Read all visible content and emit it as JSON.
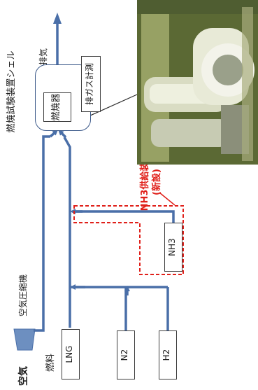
{
  "labels": {
    "air": "空気",
    "fuel": "燃料",
    "compressor": "空気圧縮機",
    "shell": "燃焼試験装置シェル",
    "combustor": "燃焼器",
    "exhaust": "排気",
    "exhaust_measure": "排ガス計測",
    "nh3_supply_line1": "NH3供給装置",
    "nh3_supply_line2": "(新設)"
  },
  "sources": {
    "lng": "LNG",
    "n2": "N2",
    "h2": "H2",
    "nh3": "NH3"
  },
  "colors": {
    "pipe": "#4a6fa8",
    "dashed": "#e0201a",
    "nh3_text": "#e0201a",
    "line": "#3d3d3d"
  }
}
